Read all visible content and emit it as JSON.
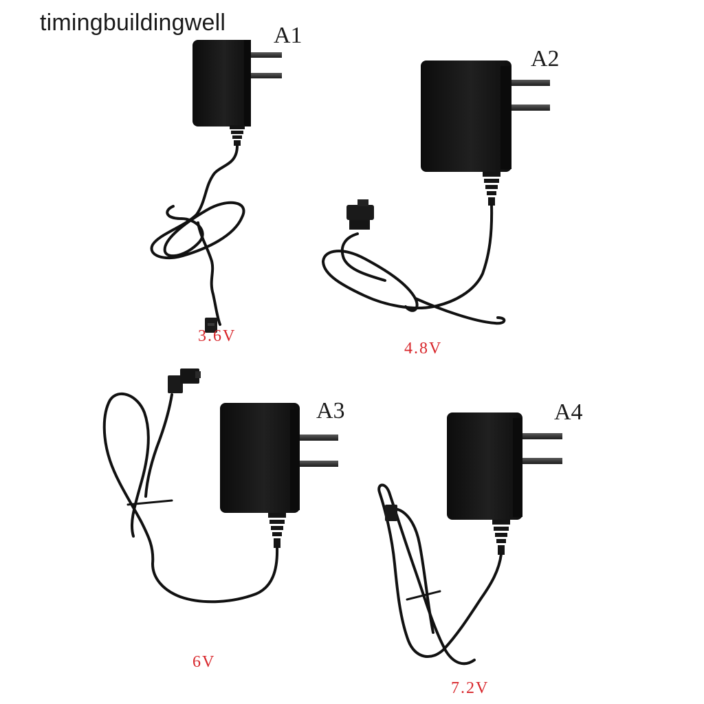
{
  "watermark": "timingbuildingwell",
  "colors": {
    "voltage_text": "#d8262b",
    "adapter_body": "#161616",
    "cable": "#111111",
    "prong": "#2e2e2e"
  },
  "products": [
    {
      "model": "A1",
      "voltage": "3.6V"
    },
    {
      "model": "A2",
      "voltage": "4.8V"
    },
    {
      "model": "A3",
      "voltage": "6V"
    },
    {
      "model": "A4",
      "voltage": "7.2V"
    }
  ]
}
